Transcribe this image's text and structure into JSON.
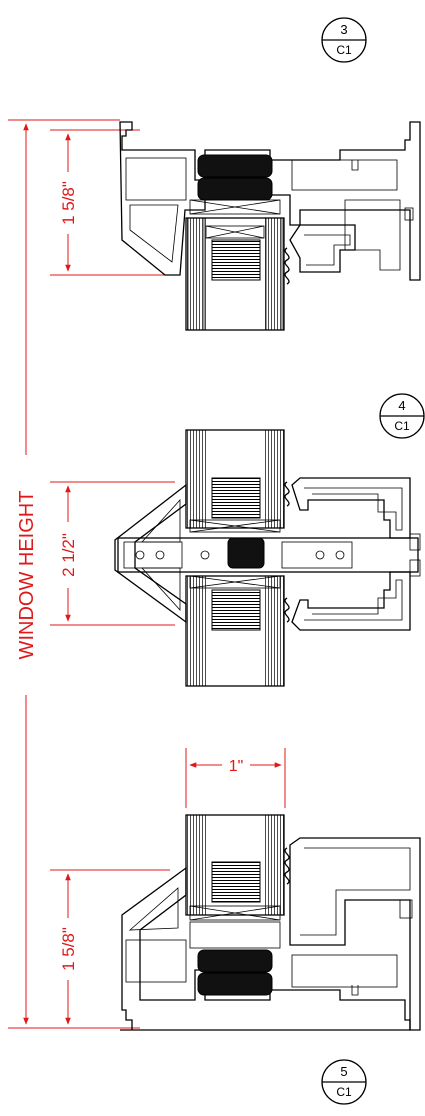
{
  "callouts": [
    {
      "number": "3",
      "sheet": "C1"
    },
    {
      "number": "4",
      "sheet": "C1"
    },
    {
      "number": "5",
      "sheet": "C1"
    }
  ],
  "dimensions": {
    "overall_label": "WINDOW HEIGHT",
    "head_sightline": "1 5/8\"",
    "mullion_sightline": "2 1/2\"",
    "sill_sightline": "1 5/8\"",
    "glass_thickness": "1\""
  },
  "colors": {
    "linework": "#000000",
    "dimension": "#e01818",
    "background": "#ffffff"
  }
}
